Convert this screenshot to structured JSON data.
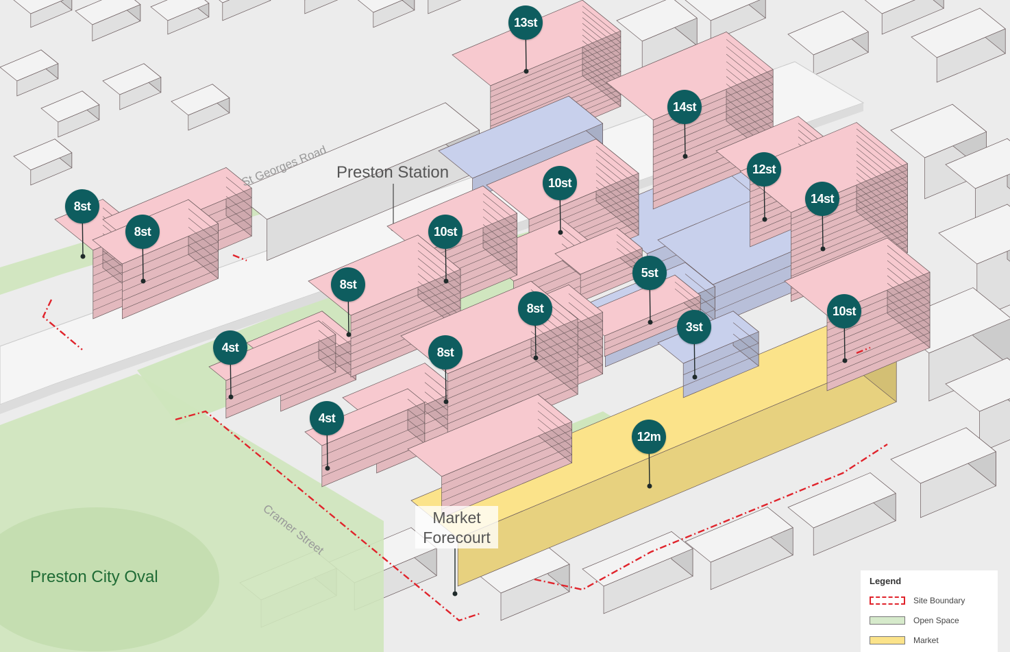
{
  "labels": {
    "station": "Preston Station",
    "st_georges_road": "St Georges Road",
    "cramer_street": "Cramer Street",
    "oval": "Preston City Oval",
    "forecourt": "Market Forecourt"
  },
  "markers": [
    {
      "id": "north-13st",
      "text": "13st"
    },
    {
      "id": "nw-8st-a",
      "text": "8st"
    },
    {
      "id": "nw-8st-b",
      "text": "8st"
    },
    {
      "id": "north-14st",
      "text": "14st"
    },
    {
      "id": "north-10st",
      "text": "10st"
    },
    {
      "id": "north-12st",
      "text": "12st"
    },
    {
      "id": "east-14st",
      "text": "14st"
    },
    {
      "id": "central-10st",
      "text": "10st"
    },
    {
      "id": "central-8st",
      "text": "8st"
    },
    {
      "id": "central-5st",
      "text": "5st"
    },
    {
      "id": "central-8st-b",
      "text": "8st"
    },
    {
      "id": "central-3st",
      "text": "3st"
    },
    {
      "id": "east-10st",
      "text": "10st"
    },
    {
      "id": "west-4st",
      "text": "4st"
    },
    {
      "id": "south-8st",
      "text": "8st"
    },
    {
      "id": "south-4st",
      "text": "4st"
    },
    {
      "id": "market-12m",
      "text": "12m"
    }
  ],
  "legend": {
    "title": "Legend",
    "items": [
      {
        "label": "Site Boundary",
        "type": "dash",
        "color": "#e0232b"
      },
      {
        "label": "Open Space",
        "type": "fill",
        "color": "#d6eacb"
      },
      {
        "label": "Market",
        "type": "fill",
        "color": "#fbe38a"
      }
    ]
  },
  "colors": {
    "residential": "#f7c9cf",
    "commercial": "#c8d0ec",
    "market": "#fbe38a",
    "open_space": "#cfe6bd",
    "context": "#f3f3f3",
    "marker": "#0e5d5f"
  }
}
